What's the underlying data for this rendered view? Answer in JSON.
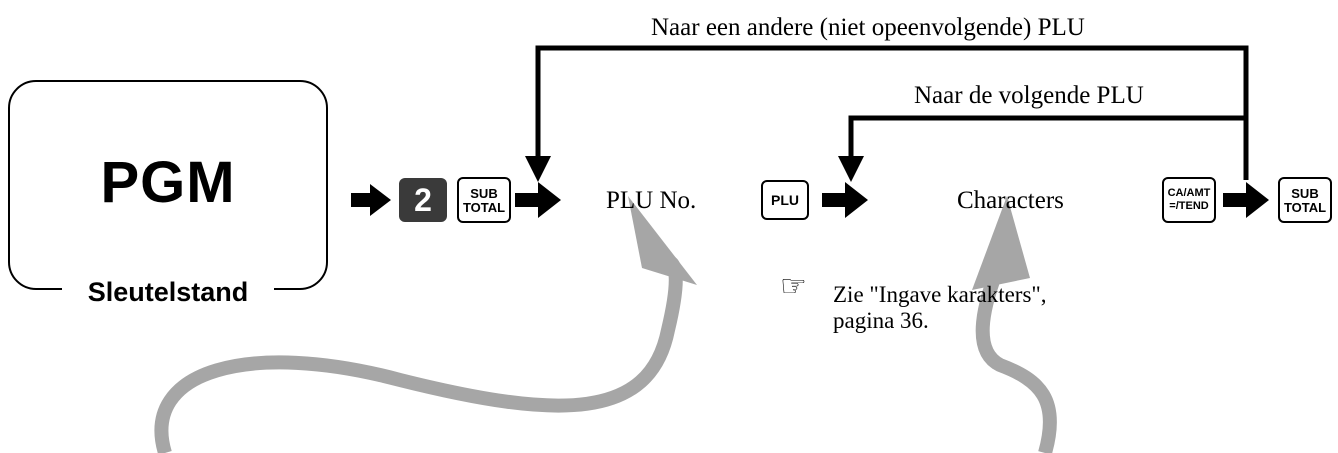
{
  "mode": {
    "title": "PGM",
    "caption": "Sleutelstand"
  },
  "keys": {
    "number": "2",
    "subtotal_line1": "SUB",
    "subtotal_line2": "TOTAL",
    "plu": "PLU",
    "ca_line1": "CA/AMT",
    "ca_line2": "=/TEND"
  },
  "steps": {
    "plu_no": "PLU No.",
    "characters": "Characters"
  },
  "loops": {
    "other_plu": "Naar een andere (niet opeenvolgende) PLU",
    "next_plu": "Naar de volgende PLU"
  },
  "note": {
    "pointer_icon": "pointing-hand-icon",
    "line1": "Zie \"Ingave karakters\",",
    "line2": "pagina 36."
  }
}
